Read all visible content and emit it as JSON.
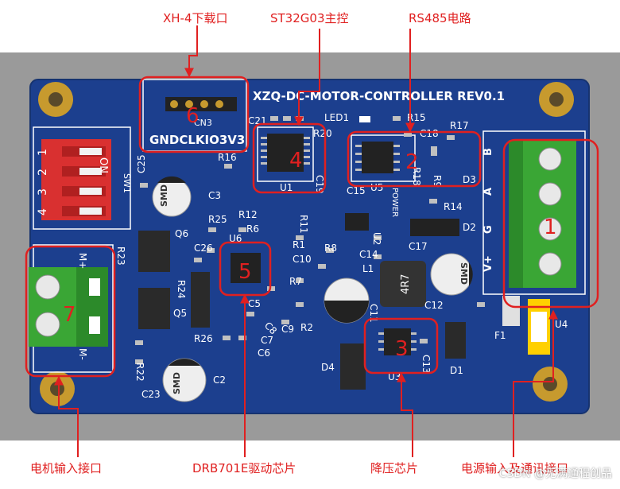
{
  "annotations": {
    "top": [
      {
        "text": "XH-4下载口"
      },
      {
        "text": "ST32G03主控"
      },
      {
        "text": "RS485电路"
      }
    ],
    "bottom": [
      {
        "text": "电机输入接口"
      },
      {
        "text": "DRB701E驱动芯片"
      },
      {
        "text": "降压芯片"
      },
      {
        "text": "电源输入及通讯接口"
      }
    ]
  },
  "board": {
    "title": "XZQ-DC-MOTOR-CONTROLLER REV0.1",
    "cn3_pins": "GNDCLKIO3V3",
    "cn3_label": "CN3",
    "dip_on": "ON",
    "dip_numbers": [
      "1",
      "2",
      "3",
      "4"
    ],
    "dip_name": "SW1",
    "power_label": "POWER",
    "motor_plus": "M+",
    "motor_minus": "M-",
    "right_pins": [
      "B",
      "A",
      "G",
      "V+"
    ],
    "inductor": "4R7",
    "cap_text": "SMD",
    "designators": [
      "C21",
      "LED1",
      "R15",
      "C18",
      "R17",
      "R20",
      "R16",
      "C25",
      "C3",
      "C19",
      "U1",
      "R18",
      "C15",
      "U5",
      "R9",
      "D3",
      "R14",
      "R12",
      "R11",
      "R25",
      "Q6",
      "R6",
      "U2",
      "D2",
      "R1",
      "R8",
      "U6",
      "C26",
      "C10",
      "C14",
      "C17",
      "L1",
      "R23",
      "R24",
      "R7",
      "C5",
      "C12",
      "Q5",
      "R2",
      "C9",
      "C11",
      "C8",
      "R26",
      "C7",
      "C6",
      "U4",
      "F1",
      "D4",
      "U3",
      "C13",
      "D1",
      "R22",
      "C2",
      "C23"
    ]
  },
  "markers": [
    "1",
    "2",
    "3",
    "4",
    "5",
    "6",
    "7"
  ],
  "watermark": "CSDN @无满通程创品",
  "colors": {
    "board": "#1a3f8f",
    "annotation": "#e02020",
    "marker": "#e02020",
    "terminal": "#3aa635",
    "dip": "#d93030"
  }
}
